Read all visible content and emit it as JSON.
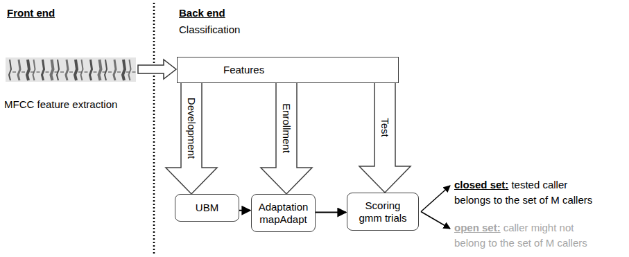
{
  "diagram": {
    "nodes": [
      {
        "text": [
          "Features"
        ]
      },
      {
        "text": [
          "UBM"
        ]
      },
      {
        "text": [
          "Adaptation mapAdapt"
        ]
      },
      {
        "text": [
          "Scoring gmm trials"
        ]
      }
    ],
    "edges": [
      {
        "from": 0,
        "to": 1,
        "label": "Development",
        "arrow": "to"
      },
      {
        "from": 0,
        "to": 2,
        "label": "Enrollment",
        "arrow": "to"
      },
      {
        "from": 0,
        "to": 3,
        "label": "Test",
        "arrow": "to"
      },
      {
        "from": 1,
        "to": 2,
        "arrow": "to"
      },
      {
        "from": 2,
        "to": 3,
        "arrow": "to"
      }
    ],
    "labels": [
      "Front end",
      "MFCC feature extraction",
      "Back end",
      "Classification",
      "closed set:",
      "tested caller belongs to the set of M callers",
      "open set:",
      "caller might not belong to the set of M callers"
    ]
  }
}
